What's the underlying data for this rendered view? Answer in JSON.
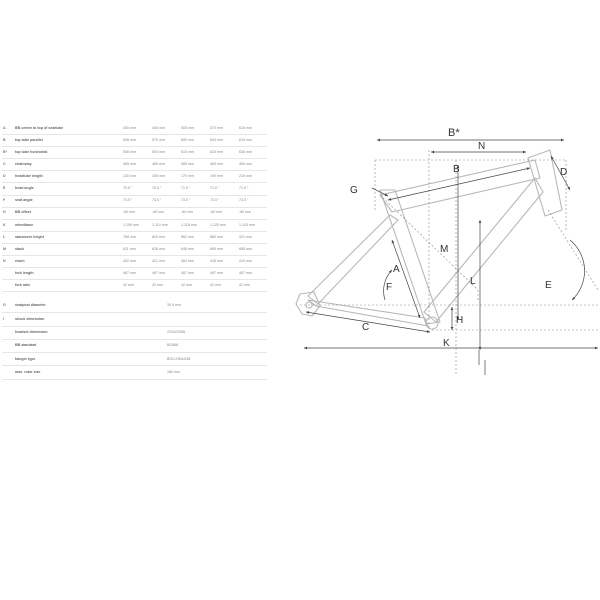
{
  "geometry": {
    "rows": [
      {
        "code": "A",
        "label": "BB center to top of seattube",
        "values": [
          "405 mm",
          "445 mm",
          "505 mm",
          "570 mm",
          "615 mm"
        ]
      },
      {
        "code": "B",
        "label": "top tube parallel",
        "values": [
          "545 mm",
          "570 mm",
          "590 mm",
          "604 mm",
          "615 mm"
        ]
      },
      {
        "code": "B*",
        "label": "top tube horizontal",
        "values": [
          "558 mm",
          "593 mm",
          "610 mm",
          "620 mm",
          "636 mm"
        ]
      },
      {
        "code": "C",
        "label": "chainstay",
        "values": [
          "465 mm",
          "465 mm",
          "465 mm",
          "465 mm",
          "465 mm"
        ]
      },
      {
        "code": "D",
        "label": "headtube length",
        "values": [
          "130 mm",
          "150 mm",
          "170 mm",
          "190 mm",
          "210 mm"
        ]
      },
      {
        "code": "E",
        "label": "head angle",
        "values": [
          "70.5 °",
          "70.5 °",
          "71.0 °",
          "71.0 °",
          "71.5 °"
        ]
      },
      {
        "code": "F",
        "label": "seat angle",
        "values": [
          "73.5 °",
          "73.5 °",
          "73.5 °",
          "73.5 °",
          "73.5 °"
        ]
      },
      {
        "code": "H",
        "label": "BB offset",
        "values": [
          "-60 mm",
          "-60 mm",
          "-60 mm",
          "-60 mm",
          "-60 mm"
        ]
      },
      {
        "code": "K",
        "label": "wheelbase",
        "values": [
          "1.106 mm",
          "1.114 mm",
          "1.118 mm",
          "1.120 mm",
          "1.133 mm"
        ]
      },
      {
        "code": "L",
        "label": "standover height",
        "values": [
          "768 mm",
          "829 mm",
          "862 mm",
          "880 mm",
          "921 mm"
        ]
      },
      {
        "code": "M",
        "label": "stack",
        "values": [
          "611 mm",
          "628 mm",
          "646 mm",
          "665 mm",
          "685 mm"
        ]
      },
      {
        "code": "N",
        "label": "reach",
        "values": [
          "402 mm",
          "421 mm",
          "454 mm",
          "418 mm",
          "410 mm"
        ]
      },
      {
        "code": "",
        "label": "fork length",
        "values": [
          "467 mm",
          "467 mm",
          "467 mm",
          "467 mm",
          "467 mm"
        ]
      },
      {
        "code": "",
        "label": "fork rake",
        "values": [
          "42 mm",
          "42 mm",
          "42 mm",
          "42 mm",
          "42 mm"
        ]
      }
    ]
  },
  "specs": {
    "rows": [
      {
        "code": "G",
        "label": "seatpost diameter",
        "value": "30,9 mm"
      },
      {
        "code": "I",
        "label": "shock dimension",
        "value": ""
      },
      {
        "code": "",
        "label": "headset dimension",
        "value": "ZS44/ZS56"
      },
      {
        "code": "",
        "label": "BB standard",
        "value": "BSA68"
      },
      {
        "code": "",
        "label": "hanger type",
        "value": "BOU-HDAG48"
      },
      {
        "code": "",
        "label": "max. rotor size",
        "value": "180 mm"
      }
    ]
  },
  "diagram": {
    "labels": {
      "A": "A",
      "B_star": "B*",
      "B": "B",
      "C": "C",
      "D": "D",
      "E": "E",
      "F": "F",
      "G": "G",
      "H": "H",
      "K": "K",
      "L": "L",
      "M": "M",
      "N": "N"
    },
    "colors": {
      "frame": "#b8b8b8",
      "dimension": "#444444",
      "dashed": "#8a8a8a"
    }
  }
}
